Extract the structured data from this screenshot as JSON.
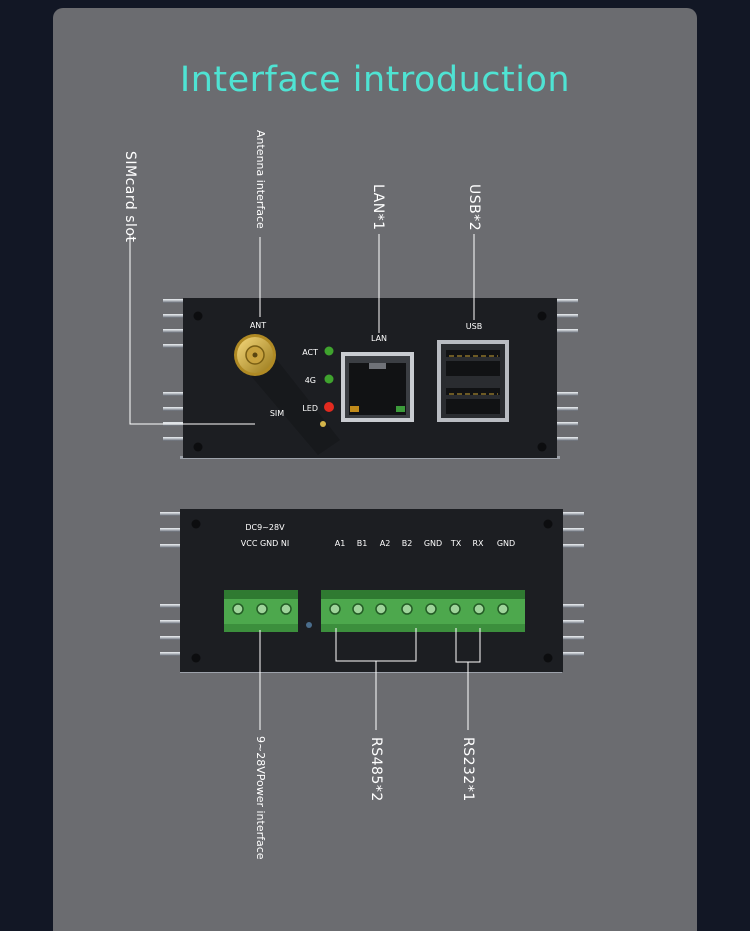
{
  "title": "Interface introduction",
  "callouts": {
    "sim_slot": "SIMcard slot",
    "antenna": "Antenna interface",
    "lan": "LAN*1",
    "usb": "USB*2",
    "power": "9~28VPower interface",
    "rs485": "RS485*2",
    "rs232": "RS232*1"
  },
  "front_panel": {
    "ant": "ANT",
    "sim": "SIM",
    "act": "ACT",
    "g4": "4G",
    "led": "LED",
    "lan": "LAN",
    "usb": "USB"
  },
  "back_panel": {
    "dc": "DC9~28V",
    "power_pins": "VCC GND NI",
    "pins": [
      "A1",
      "B1",
      "A2",
      "B2",
      "GND",
      "TX",
      "RX",
      "GND"
    ]
  },
  "colors": {
    "title": "#4fe3d3",
    "body": "#1b1d21",
    "terminal": "#4da84d",
    "led_green": "#3fa32e",
    "led_red": "#e22a1f"
  }
}
